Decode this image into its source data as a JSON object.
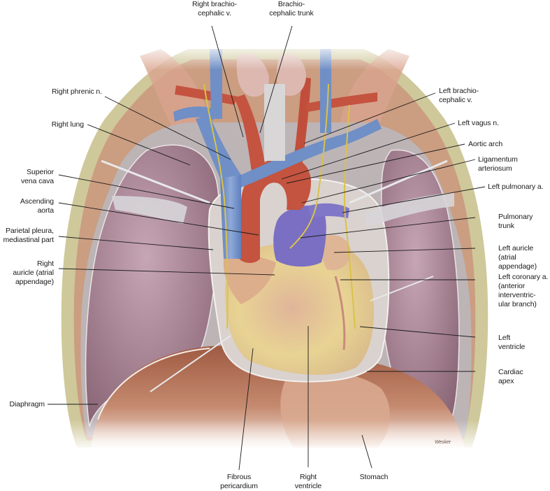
{
  "figure": {
    "subject": "Thorax opened anteriorly: heart in pericardium, lungs, great vessels",
    "colors": {
      "vein_blue": "#6f8fc6",
      "artery_red": "#c4533f",
      "pulmonary_purple": "#7a6fc2",
      "lung_mauve": "#9c7a8a",
      "heart_yellow": "#e6cf8f",
      "heart_pink": "#d7a38c",
      "pleura_gray": "#c9c4c4",
      "muscle": "#c98f78",
      "fat_olive": "#cfc89a",
      "thyroid": "#dcb8b0",
      "nerve_yellow": "#d9c24a"
    },
    "signature": "Wesker"
  },
  "labels": {
    "right_brachiocephalic_v": "Right brachio-\ncephalic v.",
    "brachiocephalic_trunk": "Brachio-\ncephalic trunk",
    "right_phrenic_n": "Right phrenic n.",
    "right_lung": "Right lung",
    "superior_vena_cava": "Superior\nvena cava",
    "ascending_aorta": "Ascending\naorta",
    "parietal_pleura": "Parietal pleura,\nmediastinal part",
    "right_auricle": "Right\nauricle (atrial\nappendage)",
    "diaphragm": "Diaphragm",
    "left_brachiocephalic_v": "Left brachio-\ncephalic v.",
    "left_vagus_n": "Left vagus n.",
    "aortic_arch": "Aortic arch",
    "ligamentum_arteriosum": "Ligamentum\narteriosum",
    "left_pulmonary_a": "Left pulmonary a.",
    "pulmonary_trunk": "Pulmonary\ntrunk",
    "left_auricle": "Left auricle\n(atrial\nappendage)",
    "left_coronary_a": "Left coronary a.\n(anterior\ninterventric-\nular branch)",
    "left_ventricle": "Left\nventricle",
    "cardiac_apex": "Cardiac\napex",
    "fibrous_pericardium": "Fibrous\npericardium",
    "right_ventricle": "Right\nventricle",
    "stomach": "Stomach"
  }
}
